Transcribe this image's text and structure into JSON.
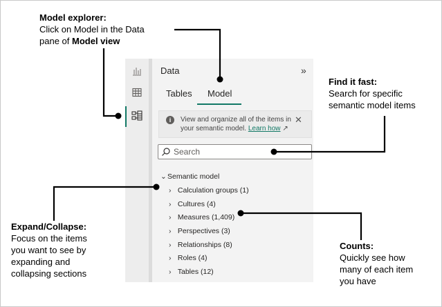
{
  "callouts": {
    "model_explorer": {
      "title": "Model explorer:",
      "line1": "Click on Model in the Data",
      "line2_prefix": "pane of ",
      "line2_bold": "Model view"
    },
    "find_it_fast": {
      "title": "Find it fast:",
      "line1": "Search for specific",
      "line2": "semantic model items"
    },
    "expand_collapse": {
      "title": "Expand/Collapse:",
      "line1": "Focus on the items",
      "line2": "you want to see by",
      "line3": "expanding and",
      "line4": "collapsing sections"
    },
    "counts": {
      "title": "Counts:",
      "line1": "Quickly see how",
      "line2": "many of each item",
      "line3": "you have"
    }
  },
  "data_pane": {
    "title": "Data",
    "collapse_icon": "double-chevron-right-icon",
    "tabs": [
      {
        "label": "Tables",
        "active": false
      },
      {
        "label": "Model",
        "active": true
      }
    ],
    "info": {
      "text": "View and organize all of the items in your semantic model.",
      "link": "Learn how"
    },
    "search": {
      "placeholder": "Search",
      "value": ""
    },
    "tree": {
      "root": "Semantic model",
      "items": [
        "Calculation groups (1)",
        "Cultures (4)",
        "Measures (1,409)",
        "Perspectives (3)",
        "Relationships (8)",
        "Roles (4)",
        "Tables (12)"
      ]
    }
  },
  "rail": {
    "icons": [
      "report-view-icon",
      "table-view-icon",
      "model-view-icon"
    ],
    "active": "model-view-icon"
  },
  "colors": {
    "accent": "#117865",
    "pane_bg": "#f3f3f3"
  }
}
